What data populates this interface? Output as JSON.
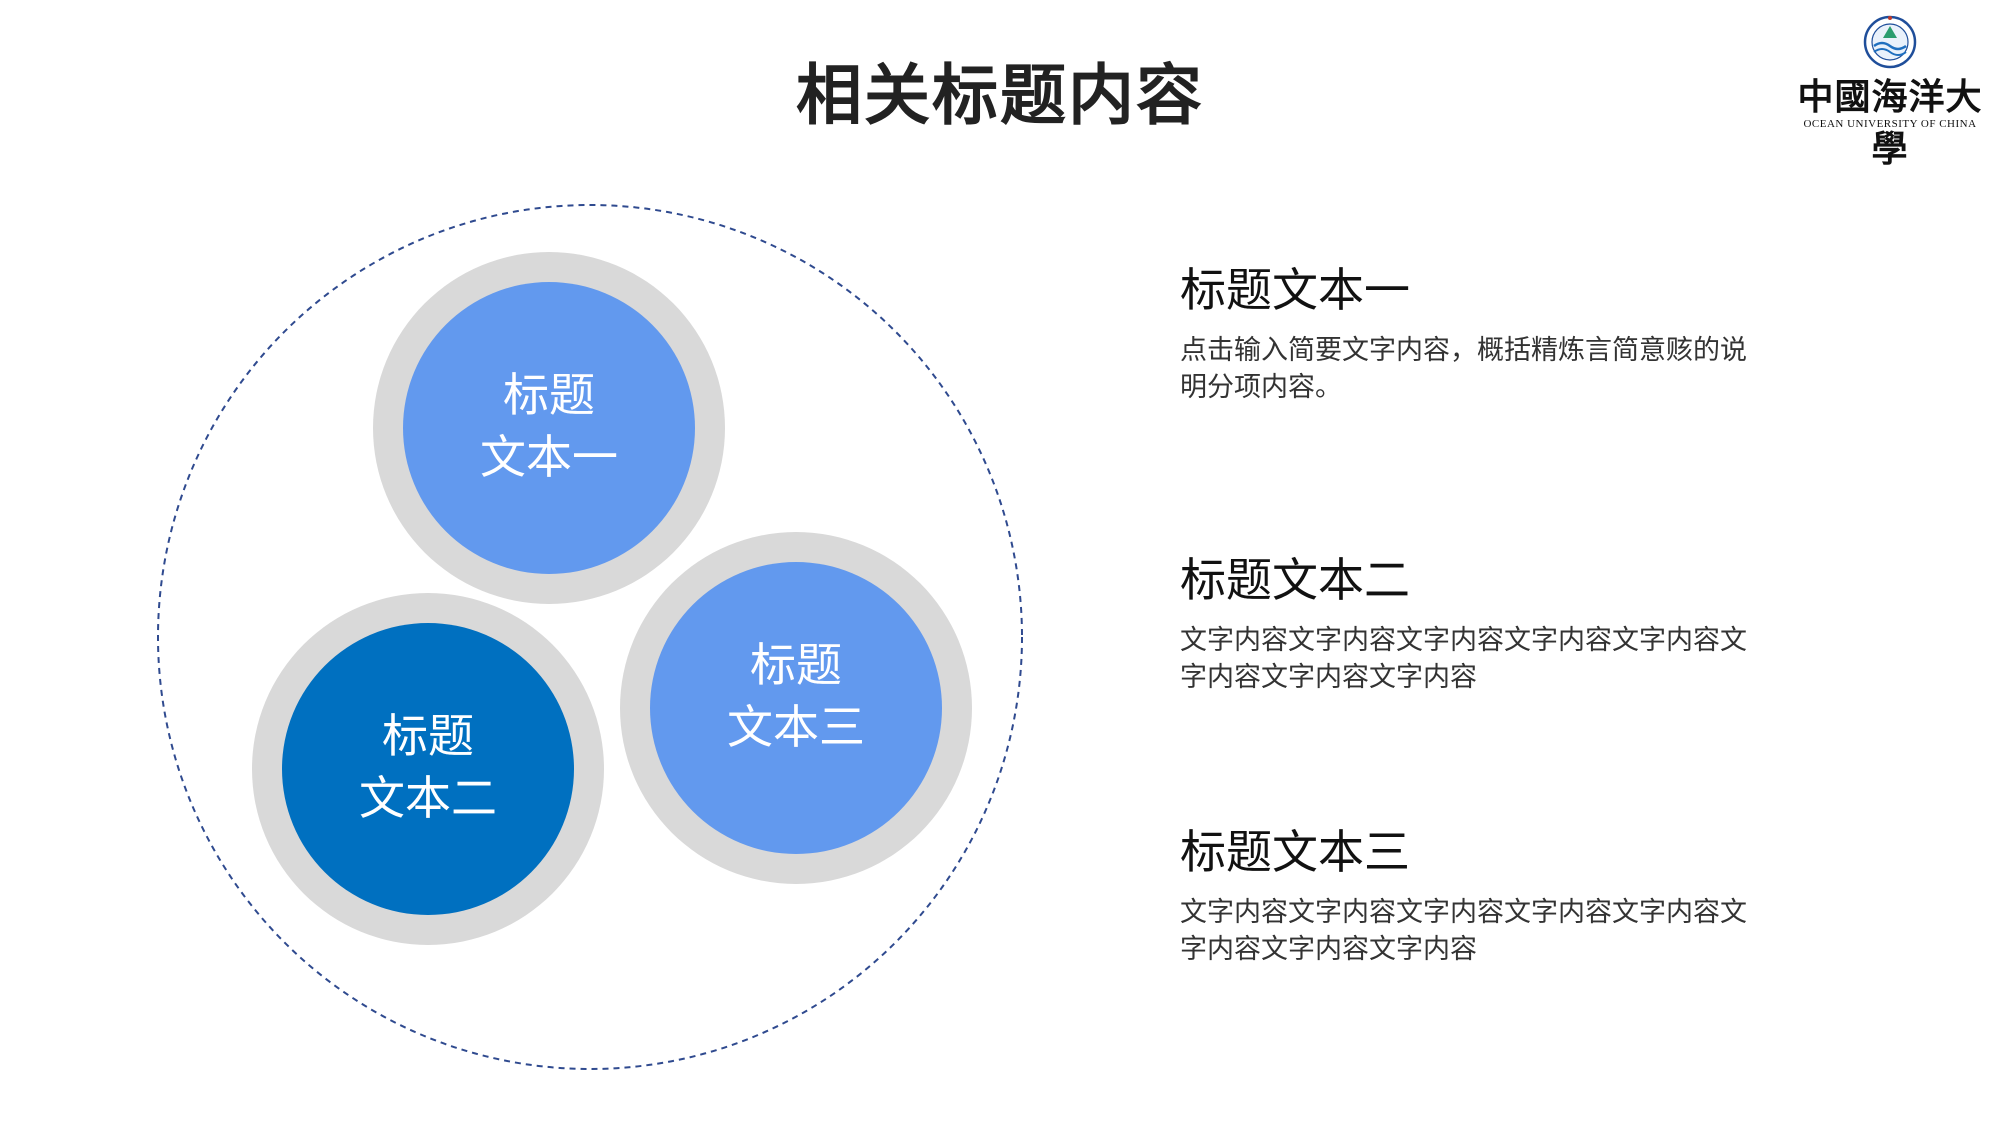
{
  "slide": {
    "title": "相关标题内容"
  },
  "logo": {
    "name_cn": "中國海洋大學",
    "name_en": "OCEAN  UNIVERSITY OF CHINA"
  },
  "bubbles": [
    {
      "line1": "标题",
      "line2": "文本一",
      "color": "#6299ee"
    },
    {
      "line1": "标题",
      "line2": "文本二",
      "color": "#0070c0"
    },
    {
      "line1": "标题",
      "line2": "文本三",
      "color": "#6299ee"
    }
  ],
  "ring_color": "#d9d9d9",
  "outline_color": "#2f4a8f",
  "items": [
    {
      "title": "标题文本一",
      "desc": "点击输入简要文字内容，概括精炼言简意赅的说明分项内容。"
    },
    {
      "title": "标题文本二",
      "desc": "文字内容文字内容文字内容文字内容文字内容文字内容文字内容文字内容"
    },
    {
      "title": "标题文本三",
      "desc": "文字内容文字内容文字内容文字内容文字内容文字内容文字内容文字内容"
    }
  ]
}
